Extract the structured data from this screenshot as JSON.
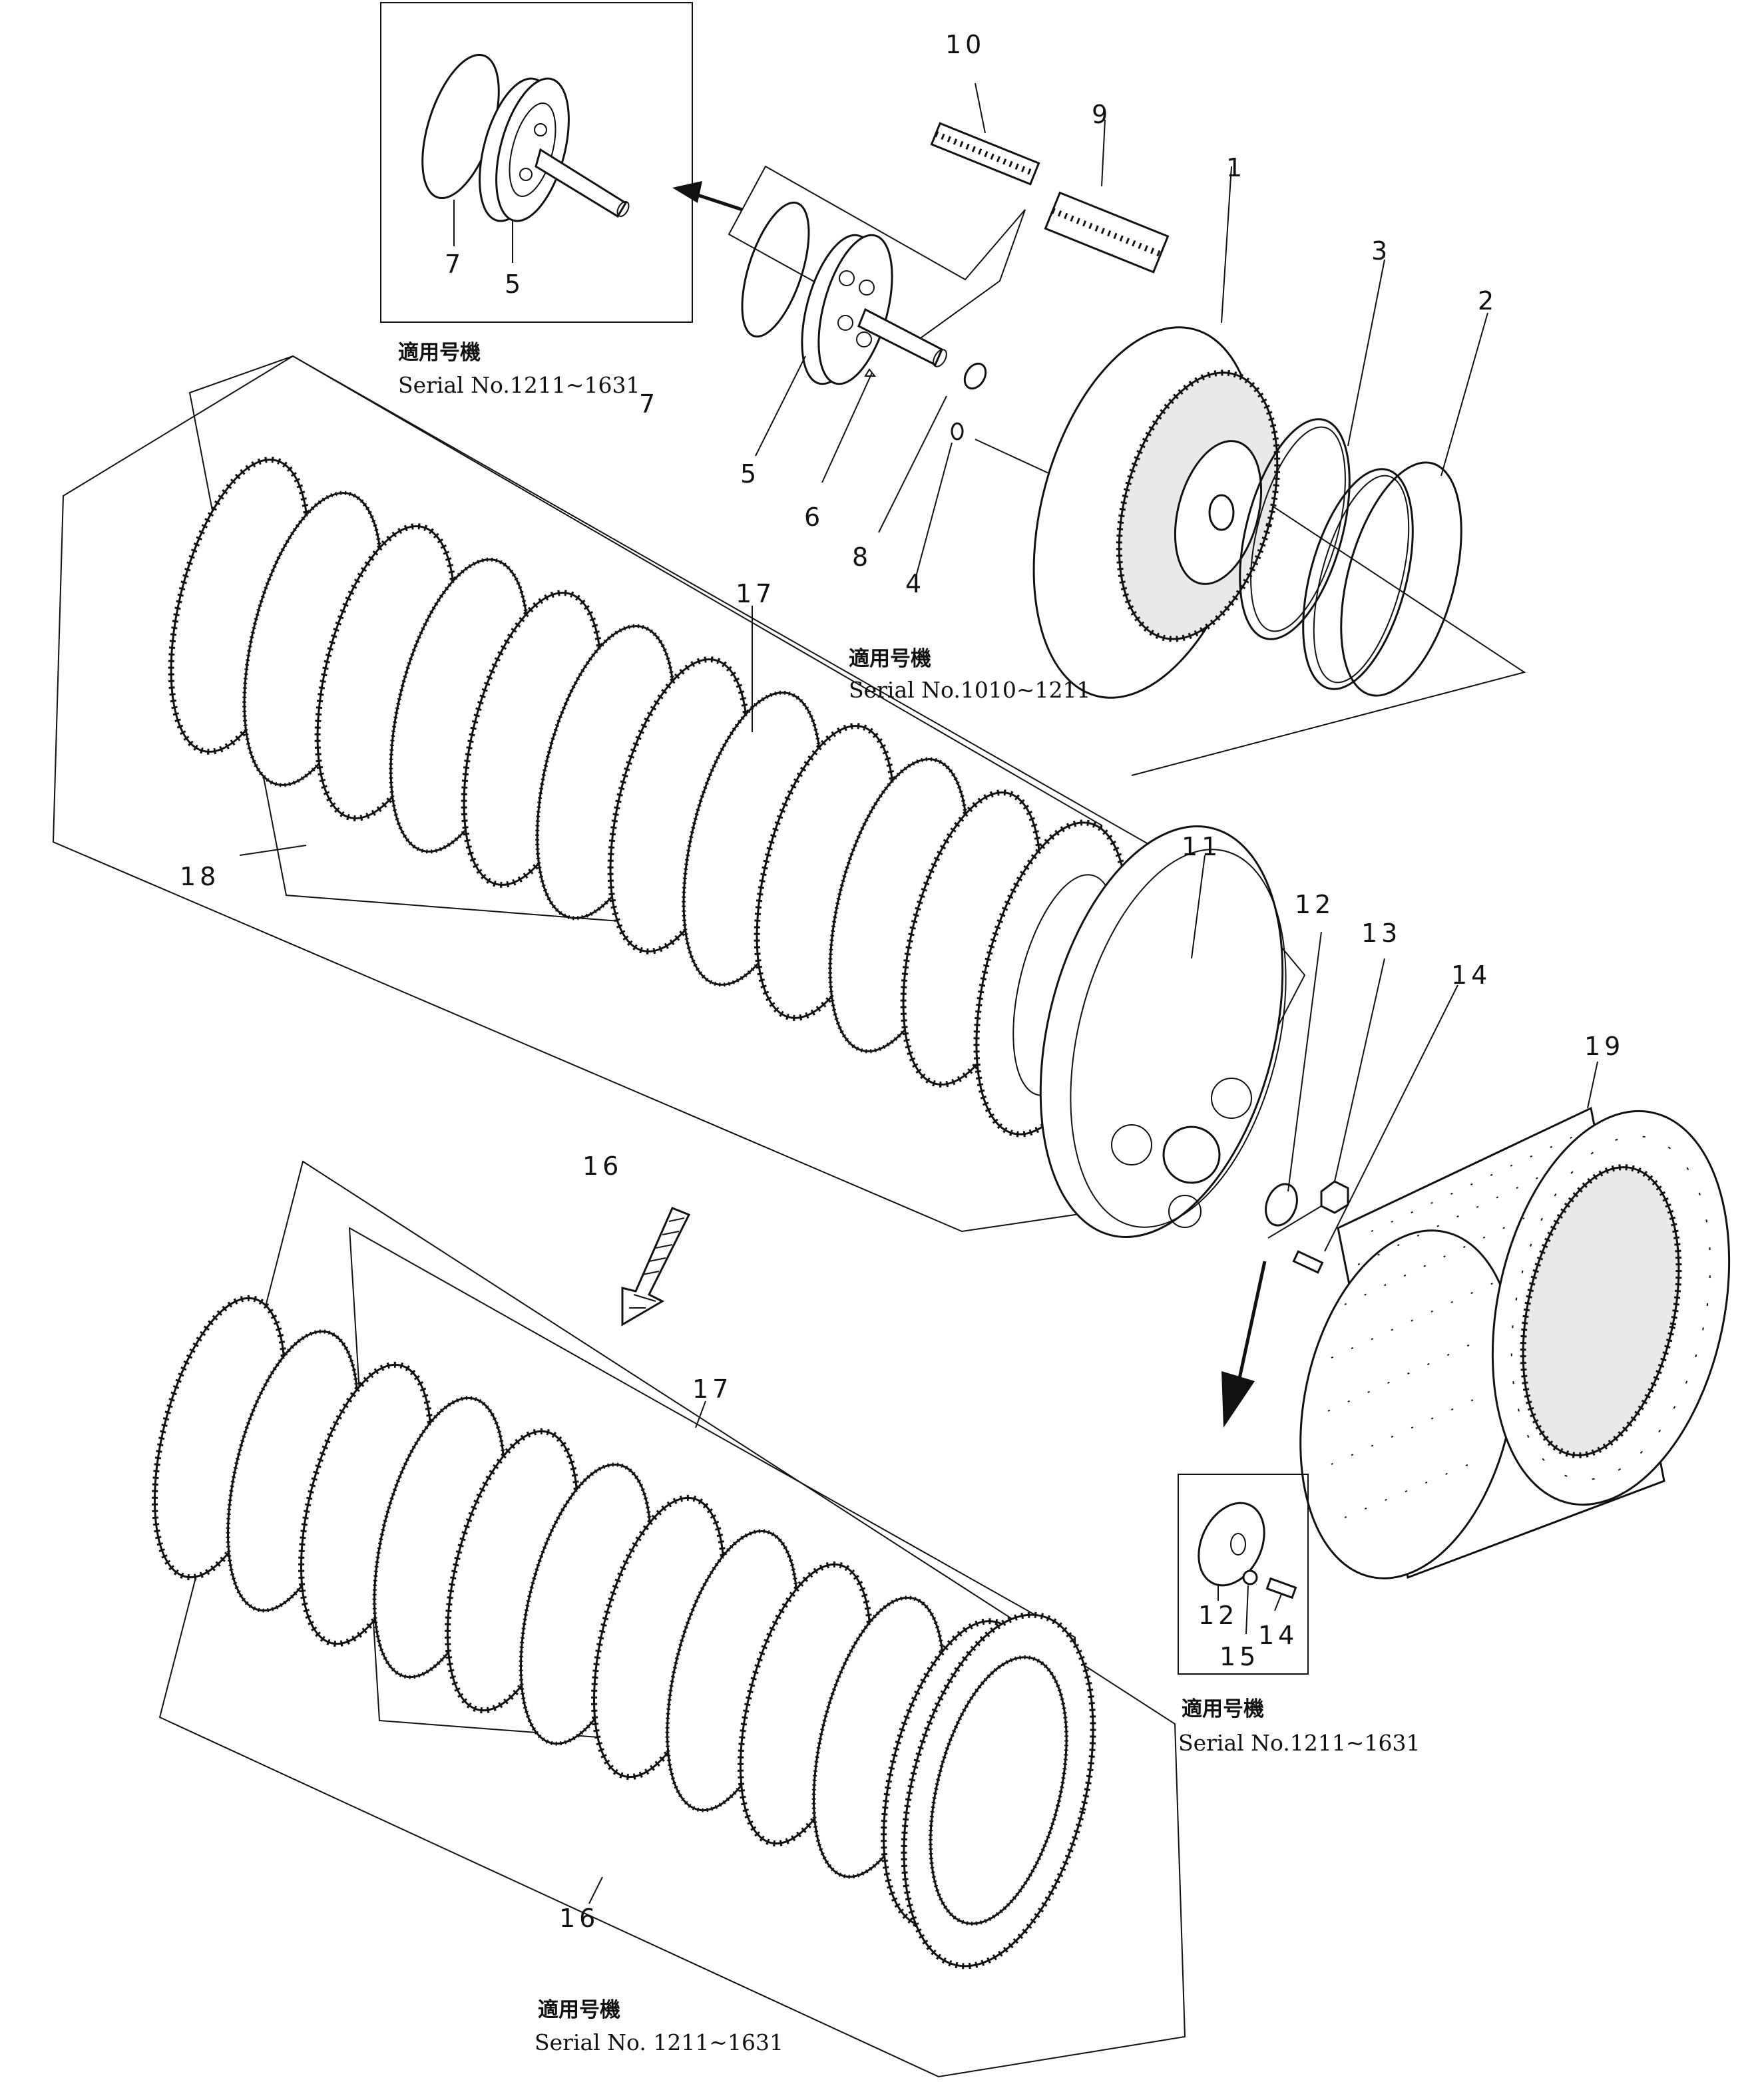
{
  "callouts": {
    "c1": "1",
    "c2": "2",
    "c3": "3",
    "c4": "4",
    "c5": "5",
    "c5b": "5",
    "c6": "6",
    "c7": "7",
    "c7b": "7",
    "c8": "8",
    "c9": "9",
    "c10": "10",
    "c11": "11",
    "c12": "12",
    "c12b": "12",
    "c13": "13",
    "c14": "14",
    "c14b": "14",
    "c15": "15",
    "c16": "16",
    "c16b": "16",
    "c17": "17",
    "c17b": "17",
    "c18": "18",
    "c19": "19"
  },
  "notes": {
    "top_left_model": "適用号機",
    "top_left_serial": "Serial No.1211~1631",
    "middle_model": "適用号機",
    "middle_serial": "Serial No.1010~1211",
    "right_model": "適用号機",
    "right_serial": "Serial No.1211~1631",
    "bottom_model": "適用号機",
    "bottom_serial": "Serial No. 1211~1631"
  }
}
